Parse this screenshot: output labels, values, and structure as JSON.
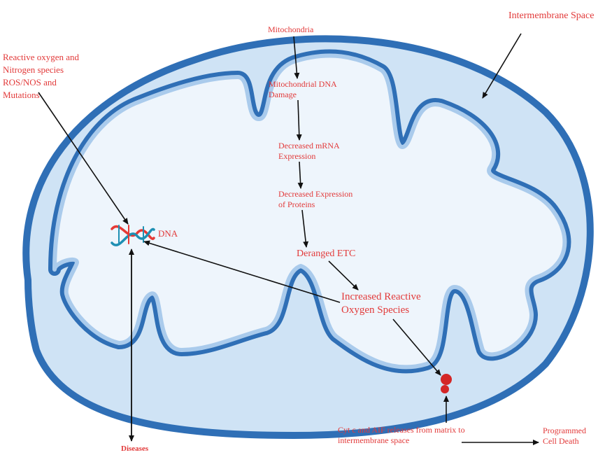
{
  "colors": {
    "outer_membrane": "#2f6fb6",
    "intermembrane_fill": "#cfe3f5",
    "matrix_fill": "#eef5fc",
    "inner_membrane_core": "#aacbec",
    "label_red": "#e23a3a",
    "arrow": "#111111",
    "dna_red": "#e53935",
    "dna_teal": "#1e8fb3",
    "blob": "#d42626"
  },
  "labels": {
    "intermembrane_space": "Intermembrane Space",
    "ros_nos": [
      "Reactive oxygen and",
      "Nitrogen species",
      "ROS/NOS and",
      "Mutations"
    ],
    "mitochondria": "Mitochondria",
    "mt_dna_damage": [
      "Mitochondrial DNA",
      "Damage"
    ],
    "decreased_mrna": [
      "Decreased mRNA",
      "Expression"
    ],
    "decreased_proteins": [
      "Decreased Expression",
      "of Proteins"
    ],
    "deranged_etc": "Deranged ETC",
    "increased_ros": [
      "Increased Reactive",
      "Oxygen Species"
    ],
    "dna": "DNA",
    "diseases": "Diseases",
    "cyt_c": [
      "Cyt c and AIF releases from matrix to",
      "intermembrane space"
    ],
    "programmed_death": [
      "Programmed",
      "Cell Death"
    ]
  },
  "icons": {
    "dna": "dna-helix-icon",
    "blob": "cytochrome-c-icon"
  }
}
